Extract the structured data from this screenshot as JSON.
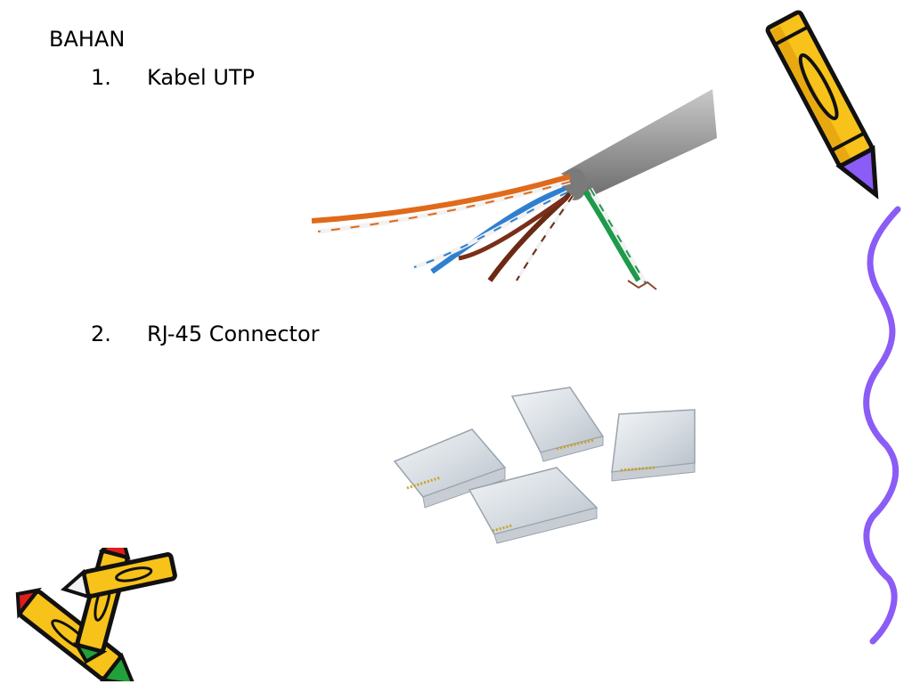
{
  "slide": {
    "heading": "BAHAN",
    "items": [
      {
        "number": "1.",
        "label": "Kabel UTP",
        "image": "utp-cable-photo"
      },
      {
        "number": "2.",
        "label": "RJ-45 Connector",
        "image": "rj45-connectors-photo"
      }
    ]
  },
  "decor": {
    "top_right": "pencil-clipart",
    "right_edge": "wavy-purple-line",
    "bottom_left": "crossed-crayons-clipart"
  },
  "colors": {
    "text": "#000000",
    "pencil_yellow": "#f7c21a",
    "outline_black": "#111111",
    "accent_purple": "#8b5cf6",
    "accent_red": "#e11d1d",
    "accent_green": "#22a03a",
    "cable_gray": "#9a9a9a"
  }
}
